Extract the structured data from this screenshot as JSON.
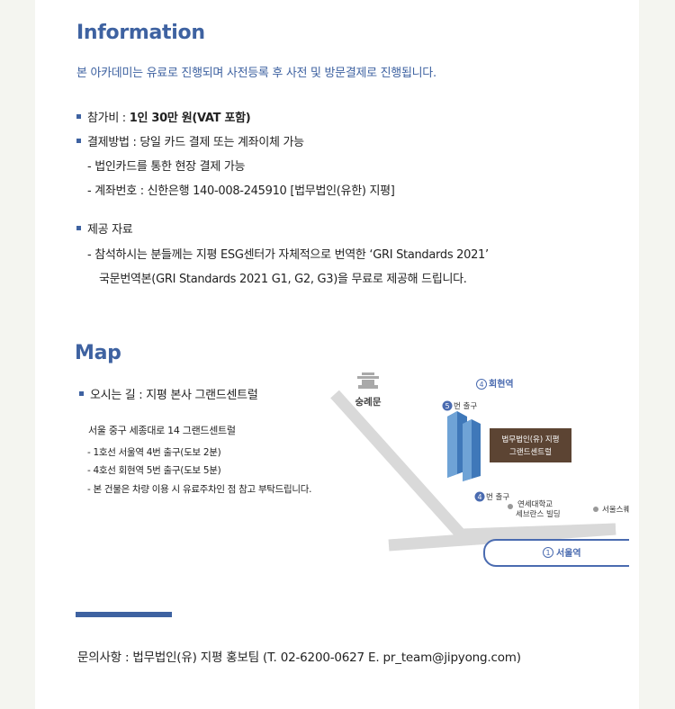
{
  "info": {
    "heading": "Information",
    "intro": "본 아카데미는 유료로 진행되며 사전등록 후 사전 및 방문결제로 진행됩니다.",
    "fee_label": "참가비 : ",
    "fee_value": "1인 30만 원(VAT 포함)",
    "payment_label": "결제방법 : 당일 카드 결제 또는 계좌이체 가능",
    "payment_sub1": "- 법인카드를 통한 현장 결제 가능",
    "payment_sub2": "- 계좌번호 : 신한은행 140-008-245910 [법무법인(유한) 지평]",
    "materials_label": "제공 자료",
    "materials_sub1": "- 참석하시는 분들께는 지평 ESG센터가 자체적으로 번역한 ‘GRI Standards 2021’",
    "materials_sub2": "국문번역본(GRI Standards 2021 G1, G2, G3)을 무료로 제공해 드립니다."
  },
  "map": {
    "heading": "Map",
    "directions_label": "오시는 길 : 지평 본사 그랜드센트럴",
    "address": "서울 중구 세종대로 14 그랜드센트럴",
    "route1": "- 1호선 서울역 4번 출구(도보 2분)",
    "route2": "- 4호선 회현역 5번 출구(도보 5분)",
    "route3": "- 본 건물은 차량 이용 시 유료주차인 점 참고 부탁드립니다.",
    "labels": {
      "sungnyemun": "숭례문",
      "hoehyeon": "회현역",
      "hoehyeon_num": "4",
      "exit5_num": "5",
      "exit5_text": "번 출구",
      "exit4_num": "4",
      "exit4_text": "번 출구",
      "building1": "법무법인(유) 지평",
      "building2": "그랜드센트럴",
      "severance1": "연세대학교",
      "severance2": "세브란스 빌딩",
      "seoul_square": "서울스퀘어",
      "seoul_station_num": "1",
      "seoul_station": "서울역"
    },
    "colors": {
      "accent": "#3e62a1",
      "road": "#d9d9d9",
      "building_box": "#5c4433",
      "station": "#4a6bb0"
    }
  },
  "contact": {
    "text": "문의사항 : 법무법인(유) 지평 홍보팀 (T. 02-6200-0627   E. pr_team@jipyong.com)"
  }
}
